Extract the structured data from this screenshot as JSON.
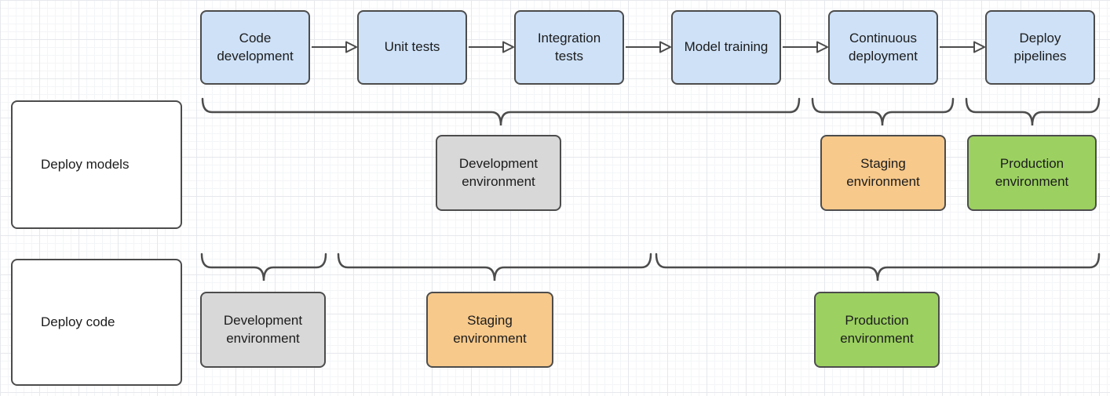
{
  "diagram": {
    "type": "flowchart",
    "pipeline_steps": [
      {
        "label": "Code development"
      },
      {
        "label": "Unit tests"
      },
      {
        "label": "Integration tests"
      },
      {
        "label": "Model training"
      },
      {
        "label": "Continuous deployment"
      },
      {
        "label": "Deploy pipelines"
      }
    ],
    "lanes": [
      {
        "label": "Deploy models",
        "environments": [
          {
            "label": "Development environment",
            "stage": "development"
          },
          {
            "label": "Staging environment",
            "stage": "staging"
          },
          {
            "label": "Production environment",
            "stage": "production"
          }
        ]
      },
      {
        "label": "Deploy code",
        "environments": [
          {
            "label": "Development environment",
            "stage": "development"
          },
          {
            "label": "Staging environment",
            "stage": "staging"
          },
          {
            "label": "Production environment",
            "stage": "production"
          }
        ]
      }
    ],
    "colors": {
      "step_fill": "#cee1f7",
      "development_fill": "#d8d8d8",
      "staging_fill": "#f7c98b",
      "production_fill": "#9cd161",
      "stroke": "#4c4c4c",
      "text": "#1c1c1c",
      "grid_line": "#e7e8ec"
    }
  }
}
